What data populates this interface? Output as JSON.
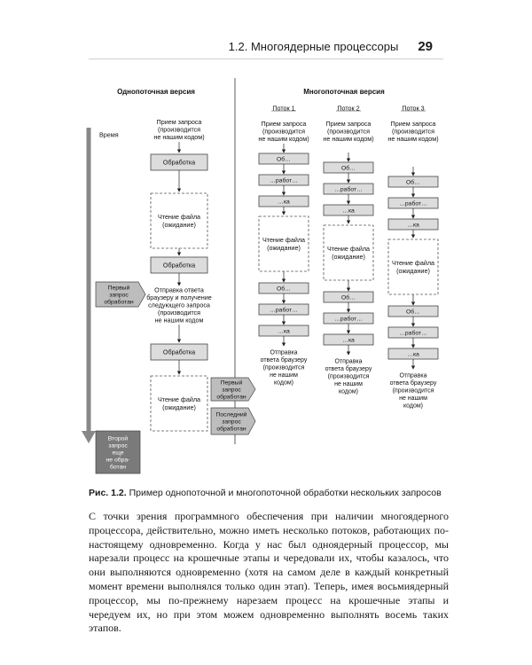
{
  "header": {
    "section": "1.2. Многоядерные процессоры",
    "page": "29"
  },
  "figure": {
    "single": {
      "title": "Однопоточная версия",
      "time_label": "Время",
      "receive": [
        "Прием запроса",
        "(производится",
        "не нашим кодом)"
      ],
      "processing1": "Обработка",
      "read1": [
        "Чтение файла",
        "(ожидание)"
      ],
      "processing2": "Обработка",
      "send": [
        "Отправка ответа",
        "браузеру и получение",
        "следующего запроса",
        "(производится",
        "не нашим кодом"
      ],
      "processing3": "Обработка",
      "read2": [
        "Чтение файла",
        "(ожидание)"
      ],
      "first_done": [
        "Первый",
        "запрос",
        "обработан"
      ],
      "second_pending": [
        "Второй",
        "запрос",
        "еще",
        "не обра-",
        "ботан"
      ]
    },
    "multi": {
      "title": "Многопоточная версия",
      "threads": [
        "Поток 1",
        "Поток 2",
        "Поток 3"
      ],
      "receive": [
        "Прием запроса",
        "(производится",
        "не нашим кодом)"
      ],
      "step1": "Об…",
      "step2": "…работ…",
      "step3": "…ка",
      "read": [
        "Чтение файла",
        "(ожидание)"
      ],
      "send_t1": [
        "Отправка",
        "ответа браузеру",
        "(производится",
        "не нашим",
        "кодом)"
      ],
      "send_t23": [
        "Отправка",
        "ответа браузеру",
        "(производится",
        "не нашим",
        "кодом)"
      ],
      "first_done": [
        "Первый",
        "запрос",
        "обработан"
      ],
      "last_done": [
        "Последний",
        "запрос",
        "обработан"
      ]
    }
  },
  "caption": {
    "label": "Рис. 1.2.",
    "text": "Пример однопоточной и многопоточной обработки нескольких запросов"
  },
  "body": "С точки зрения программного обеспечения при наличии многоядерного процессора, действительно, можно иметь несколько потоков, работающих по-настоящему одновременно. Когда у нас был одноядерный процессор, мы нарезали процесс на крошечные этапы и чередовали их, чтобы казалось, что они выполняются одновременно (хотя на самом деле в каждый конкретный момент времени выполнялся только один этап). Теперь, имея восьмиядерный процессор, мы по-прежнему нарезаем процесс на крошечные этапы и чередуем их, но при этом можем одновременно выполнять восемь таких этапов."
}
